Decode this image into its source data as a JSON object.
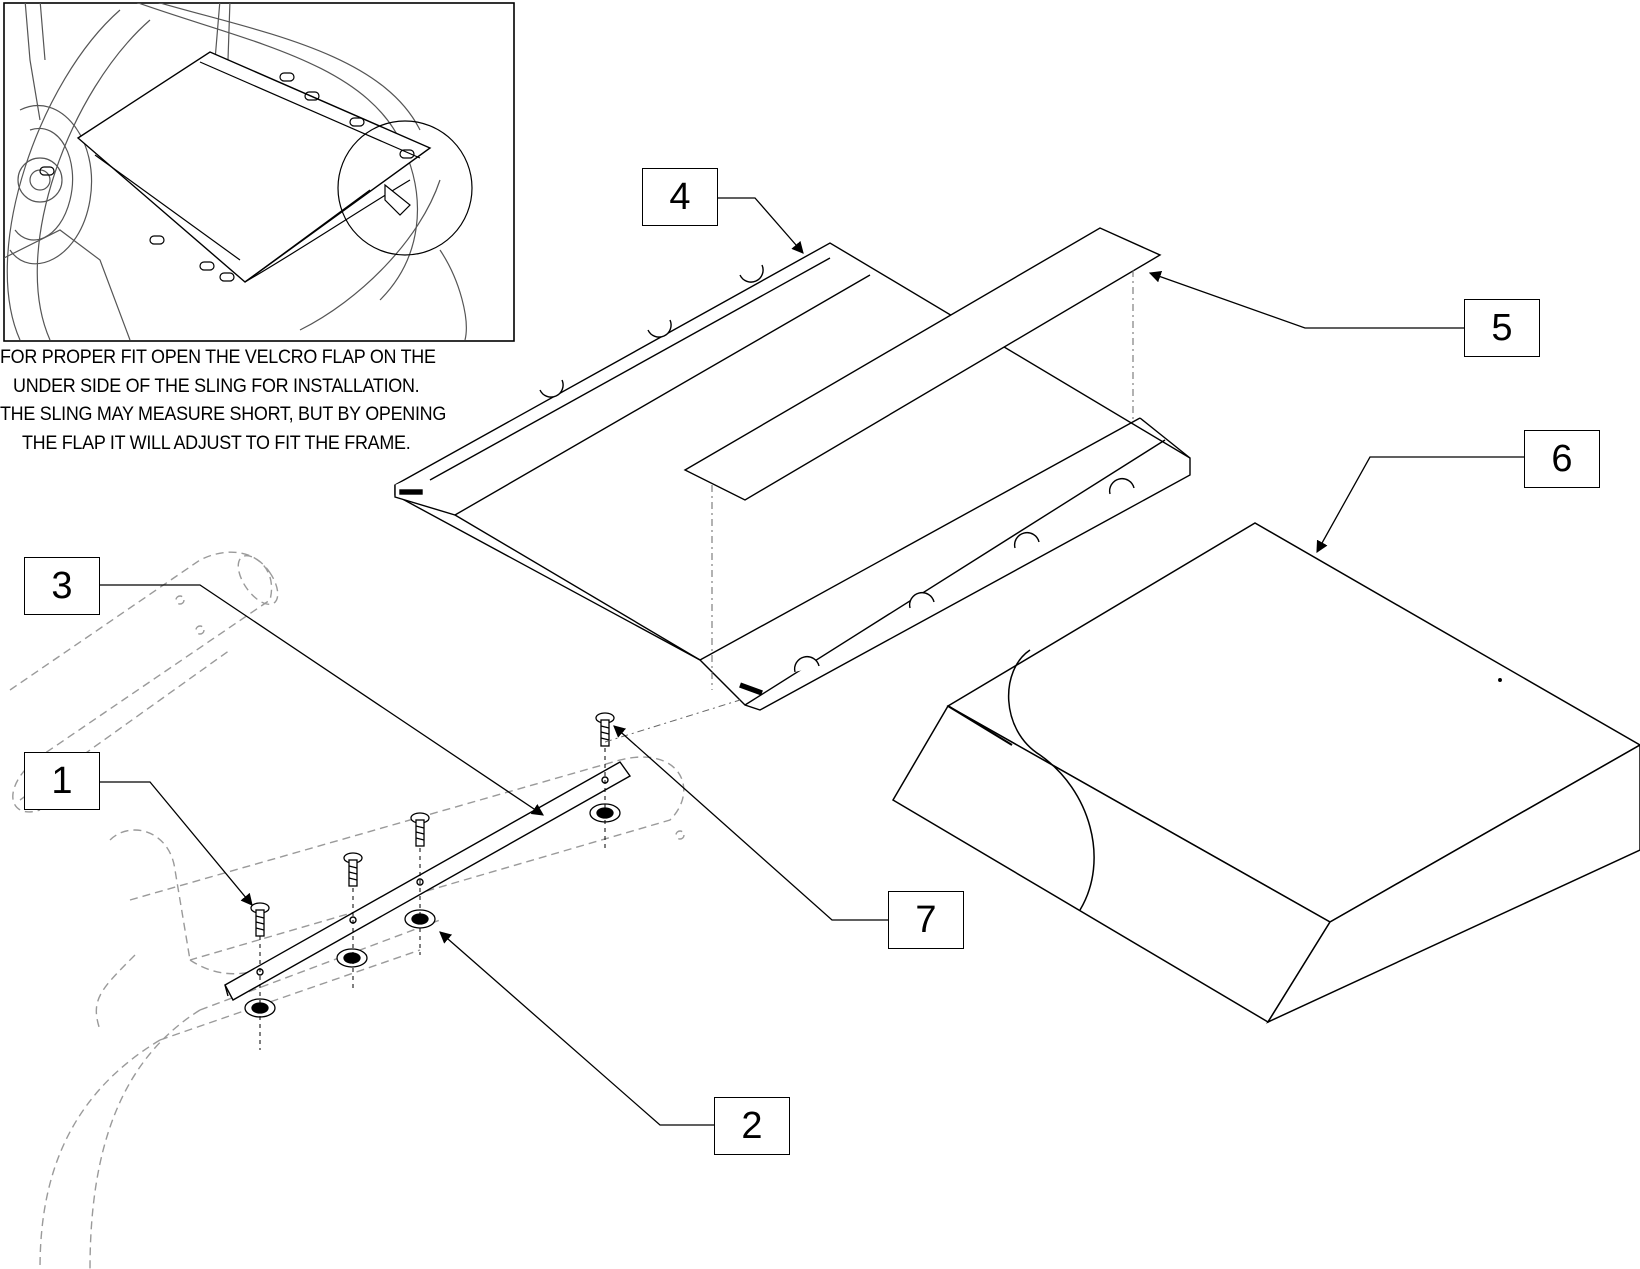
{
  "diagram": {
    "note_lines": [
      "FOR PROPER FIT OPEN THE VELCRO FLAP ON THE",
      "UNDER SIDE OF THE SLING FOR INSTALLATION.",
      "THE SLING MAY MEASURE SHORT, BUT BY OPENING",
      "THE FLAP IT  WILL ADJUST TO FIT THE FRAME."
    ],
    "callouts": {
      "c1": "1",
      "c2": "2",
      "c3": "3",
      "c4": "4",
      "c5": "5",
      "c6": "6",
      "c7": "7"
    },
    "colors": {
      "line": "#000000",
      "phantom": "#9a9a9a",
      "background": "#ffffff"
    }
  }
}
